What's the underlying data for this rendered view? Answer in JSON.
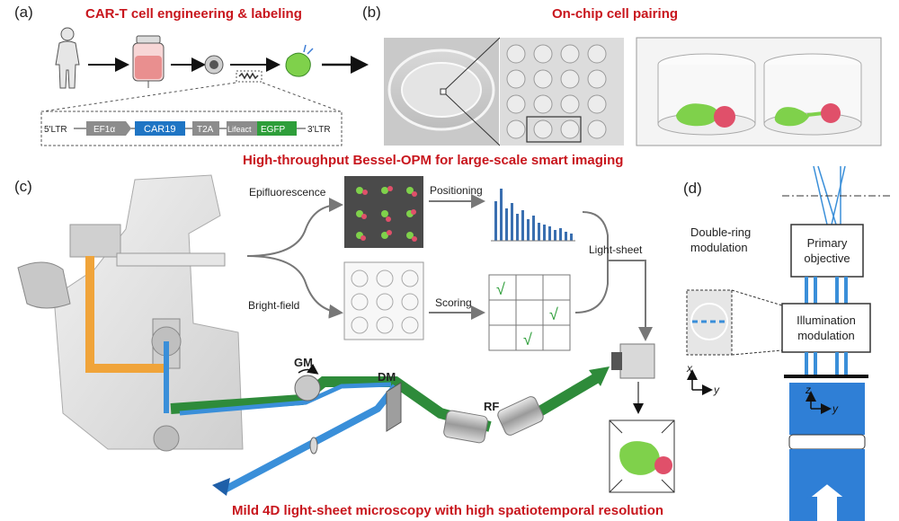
{
  "panels": {
    "a": {
      "label": "(a)",
      "title": "CAR-T cell engineering & labeling",
      "construct": {
        "ltr5": "5'LTR",
        "ef1a": "EF1α",
        "car19": "CAR19",
        "t2a": "T2A",
        "lifeact": "Lifeact",
        "egfp": "EGFP",
        "ltr3": "3'LTR"
      }
    },
    "b": {
      "label": "(b)",
      "title": "On-chip cell  pairing"
    },
    "c": {
      "label": "(c)",
      "title": "High-throughput Bessel-OPM for large-scale smart imaging",
      "epifluorescence": "Epifluorescence",
      "bright_field": "Bright-field",
      "positioning": "Positioning",
      "scoring": "Scoring",
      "light_sheet": "Light-sheet",
      "gm": "GM",
      "dm": "DM",
      "rf": "RF",
      "check_mark": "√",
      "bottom_title": "Mild 4D light-sheet microscopy with high spatiotemporal resolution"
    },
    "d": {
      "label": "(d)",
      "double_ring": "Double-ring\nmodulation",
      "primary_objective": "Primary\nobjective",
      "illumination_modulation": "Illumination\nmodulation",
      "axis_x": "x",
      "axis_y": "y",
      "axis_z": "z"
    }
  },
  "colors": {
    "title_red": "#c8161d",
    "car19_blue": "#1f75c4",
    "egfp_green": "#2e9e3a",
    "gray_box": "#8c8c8c",
    "orange_beam": "#f0a43a",
    "green_beam": "#2e8b3a",
    "blue_beam": "#3a8fd9"
  }
}
